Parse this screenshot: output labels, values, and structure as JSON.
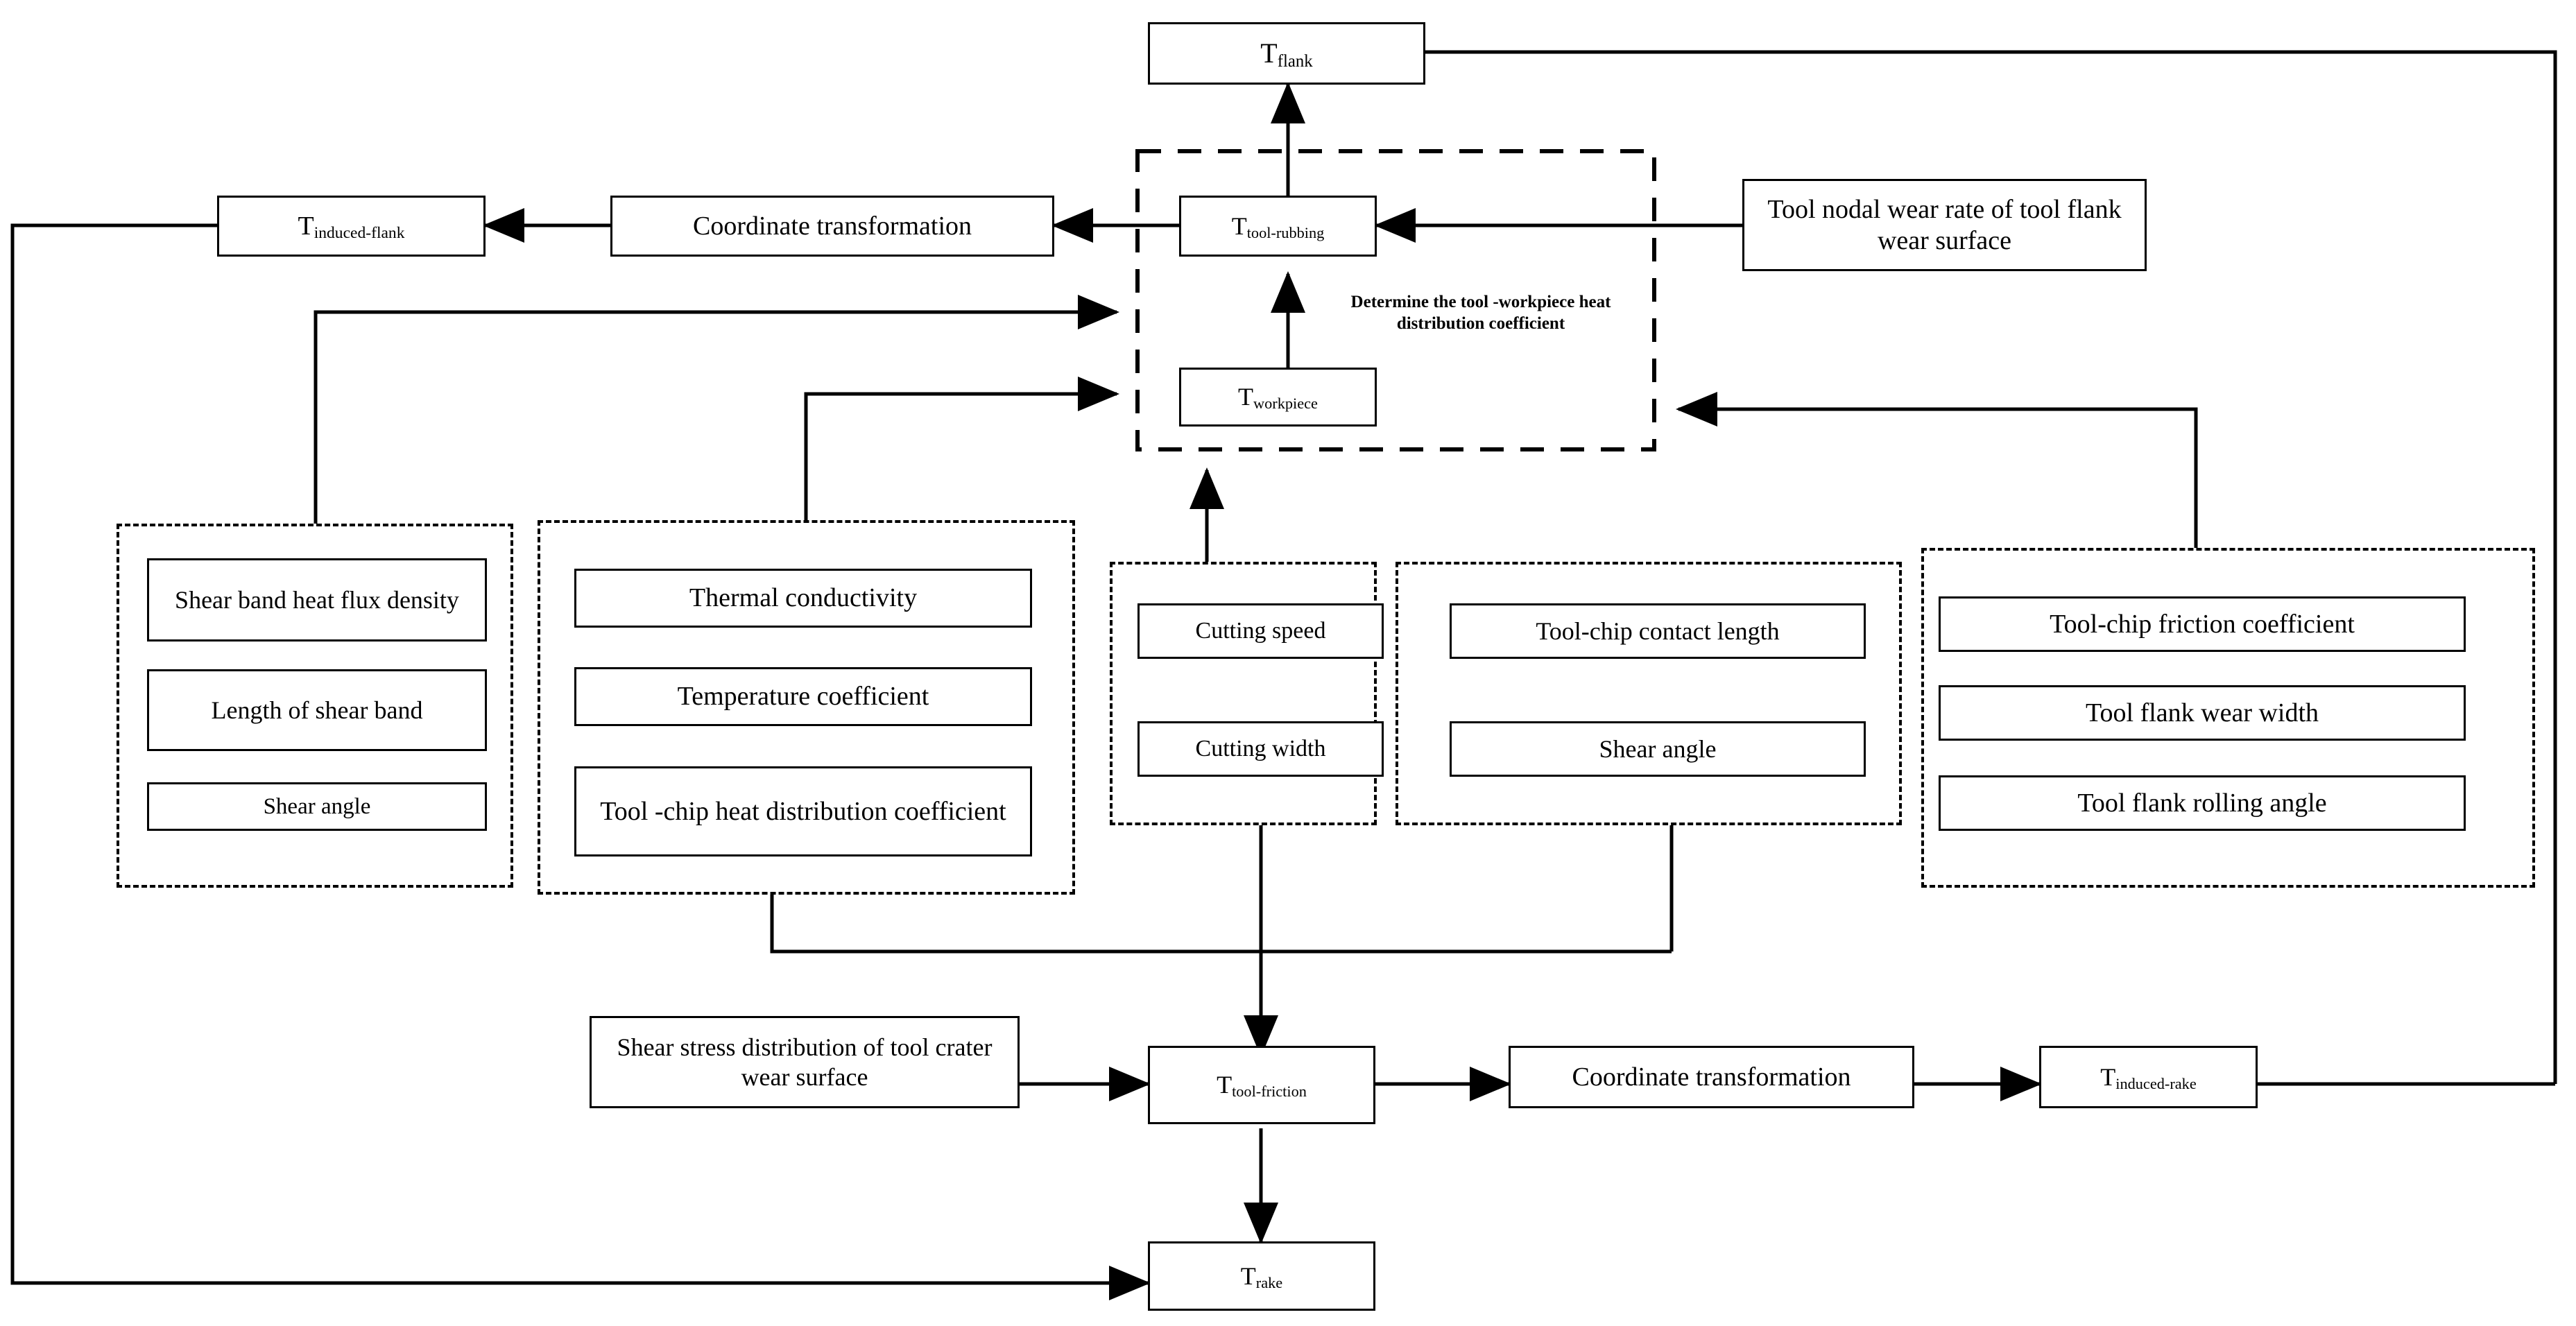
{
  "diagram": {
    "title": "Cutting temperature prediction model flowchart",
    "type": "flowchart",
    "background": "#ffffff",
    "line_color": "#000000"
  },
  "nodes": {
    "t_flank": {
      "base": "T",
      "sub": "flank"
    },
    "t_induced_flank": {
      "base": "T",
      "sub": "induced-flank"
    },
    "coord_transform_top": {
      "text": "Coordinate transformation"
    },
    "t_tool_rubbing": {
      "base": "T",
      "sub": "tool-rubbing"
    },
    "tool_nodal_wear": {
      "text": "Tool nodal wear rate of tool flank wear surface"
    },
    "t_workpiece": {
      "base": "T",
      "sub": "workpiece"
    },
    "shear_band_heat": {
      "text": "Shear band heat flux density"
    },
    "length_shear_band": {
      "text": "Length of shear band"
    },
    "shear_angle_left": {
      "text": "Shear angle"
    },
    "thermal_conductivity": {
      "text": "Thermal conductivity"
    },
    "temperature_coeff": {
      "text": "Temperature coefficient"
    },
    "tool_chip_heat_dist": {
      "text": "Tool -chip heat distribution coefficient"
    },
    "cutting_speed": {
      "text": "Cutting speed"
    },
    "cutting_width": {
      "text": "Cutting width"
    },
    "tool_chip_contact": {
      "text": "Tool-chip contact length"
    },
    "shear_angle_mid": {
      "text": "Shear angle"
    },
    "tool_chip_friction": {
      "text": "Tool-chip friction coefficient"
    },
    "tool_flank_wear_w": {
      "text": "Tool flank wear width"
    },
    "tool_flank_rolling": {
      "text": "Tool flank rolling angle"
    },
    "shear_stress_dist": {
      "text": "Shear stress distribution of tool crater wear surface"
    },
    "t_tool_friction": {
      "base": "T",
      "sub": "tool-friction"
    },
    "coord_transform_bot": {
      "text": "Coordinate transformation"
    },
    "t_induced_rake": {
      "base": "T",
      "sub": "induced-rake"
    },
    "t_rake": {
      "base": "T",
      "sub": "rake"
    }
  },
  "annotations": {
    "heat_distribution_note": "Determine the tool -workpiece heat distribution coefficient"
  },
  "groups": {
    "shear_band_group": "shear-band-parameters",
    "material_group": "material-thermal-parameters",
    "cutting_group": "cutting-condition-parameters",
    "geometry_group": "tool-chip-geometry-parameters",
    "friction_group": "tool-friction-wear-parameters",
    "rubbing_group": "tool-rubbing-heat-partition-group"
  }
}
